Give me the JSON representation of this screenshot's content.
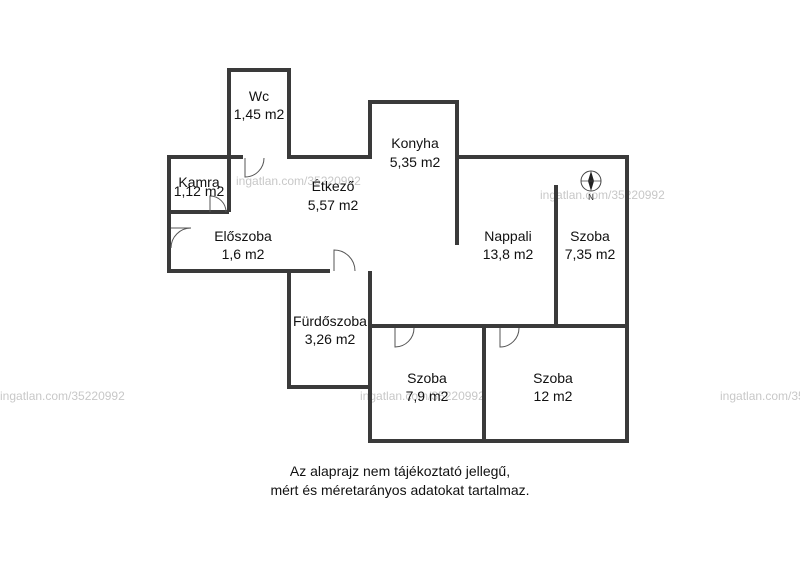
{
  "rooms": {
    "wc": {
      "name": "Wc",
      "area": "1,45 m2"
    },
    "kamra": {
      "name": "Kamra",
      "area": "1,12 m2"
    },
    "etkezo": {
      "name": "Étkező",
      "area": "5,57 m2"
    },
    "konyha": {
      "name": "Konyha",
      "area": "5,35 m2"
    },
    "eloszoba": {
      "name": "Előszoba",
      "area": "1,6 m2"
    },
    "nappali": {
      "name": "Nappali",
      "area": "13,8 m2"
    },
    "szoba_right": {
      "name": "Szoba",
      "area": "7,35 m2"
    },
    "furdoszoba": {
      "name": "Fürdőszoba",
      "area": "3,26 m2"
    },
    "szoba_middle": {
      "name": "Szoba",
      "area": "7,9 m2"
    },
    "szoba_bottom": {
      "name": "Szoba",
      "area": "12 m2"
    }
  },
  "compass": {
    "north_label": "N"
  },
  "watermark": "ingatlan.com/35220992",
  "disclaimer": {
    "line1": "Az alaprajz nem tájékoztató jellegű,",
    "line2": "mért és méretarányos adatokat tartalmaz."
  },
  "colors": {
    "wall": "#3a3a3a",
    "wall_fill": "#ffffff",
    "watermark": "#c8c8c8"
  }
}
